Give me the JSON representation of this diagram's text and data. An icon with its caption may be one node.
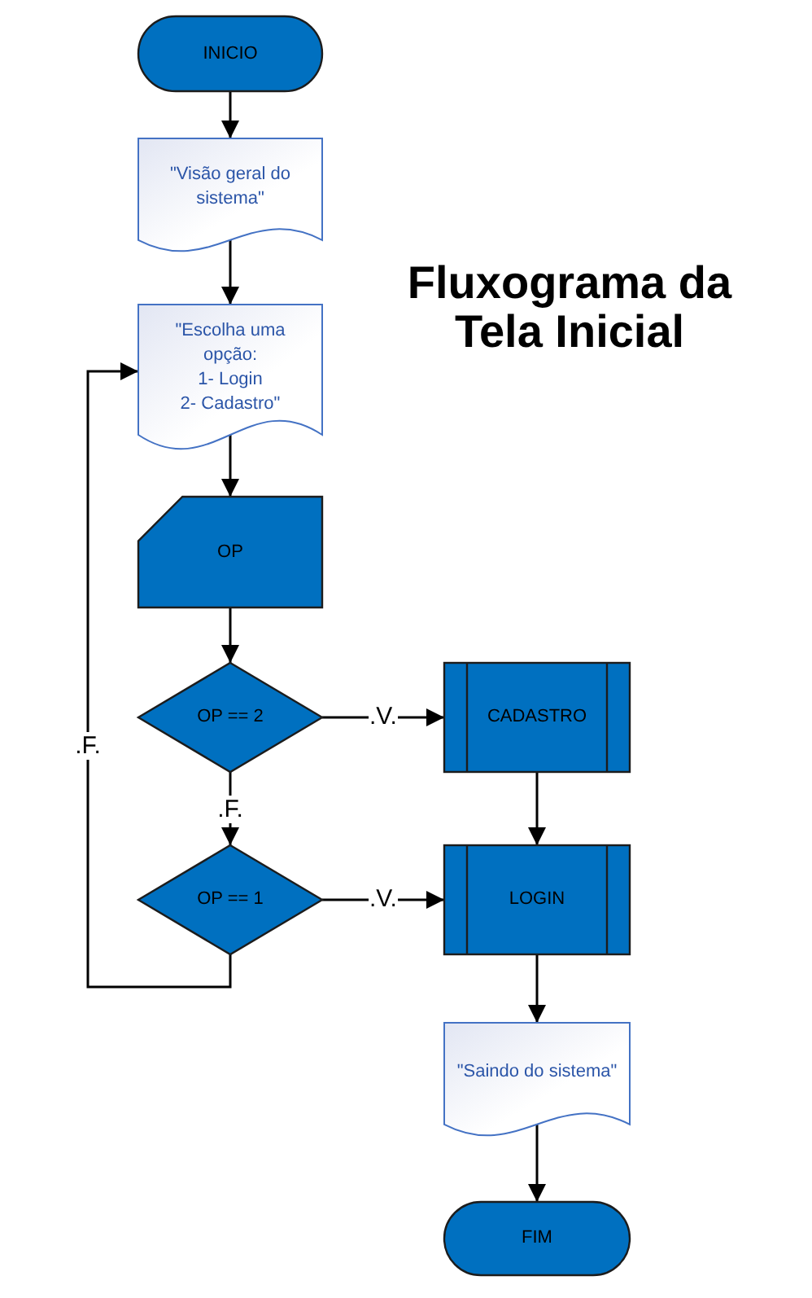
{
  "diagram": {
    "title": "Fluxograma da Tela Inicial",
    "nodes": [
      {
        "text": [
          "INICIO"
        ]
      },
      {
        "text": [
          "\"Visão geral do sistema\""
        ]
      },
      {
        "text": [
          "\"Escolha uma opção:",
          "1- Login",
          "2- Cadastro\""
        ]
      },
      {
        "text": [
          "OP"
        ]
      },
      {
        "text": [
          "OP == 2"
        ]
      },
      {
        "text": [
          "CADASTRO"
        ]
      },
      {
        "text": [
          "OP == 1"
        ]
      },
      {
        "text": [
          "LOGIN"
        ]
      },
      {
        "text": [
          "\"Saindo do sistema\""
        ]
      },
      {
        "text": [
          "FIM"
        ]
      }
    ],
    "edges": [
      {
        "from": 0,
        "to": 1,
        "arrow": "to"
      },
      {
        "from": 1,
        "to": 2,
        "arrow": "to"
      },
      {
        "from": 2,
        "to": 3,
        "arrow": "to"
      },
      {
        "from": 3,
        "to": 4,
        "arrow": "to"
      },
      {
        "from": 4,
        "to": 5,
        "arrow": "to",
        "label": ".V."
      },
      {
        "from": 4,
        "to": 6,
        "arrow": "to",
        "label": ".F."
      },
      {
        "from": 5,
        "to": 7,
        "arrow": "to"
      },
      {
        "from": 6,
        "to": 7,
        "arrow": "to",
        "label": ".V."
      },
      {
        "from": 6,
        "to": 2,
        "arrow": "to",
        "label": ".F."
      },
      {
        "from": 7,
        "to": 8,
        "arrow": "to"
      },
      {
        "from": 8,
        "to": 9,
        "arrow": "to"
      }
    ]
  }
}
